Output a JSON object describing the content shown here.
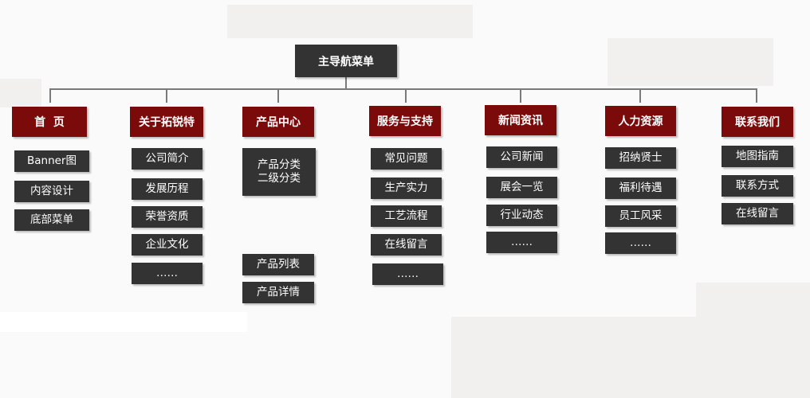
{
  "root": {
    "label": "主导航菜单"
  },
  "categories": [
    {
      "label": "首  页",
      "items": [
        "Banner图",
        "内容设计",
        "底部菜单"
      ]
    },
    {
      "label": "关于拓锐特",
      "items": [
        "公司简介",
        "发展历程",
        "荣誉资质",
        "企业文化",
        "……"
      ]
    },
    {
      "label": "产品中心",
      "items": [
        [
          "产品分类",
          "二级分类"
        ],
        "产品列表",
        "产品详情"
      ]
    },
    {
      "label": "服务与支持",
      "items": [
        "常见问题",
        "生产实力",
        "工艺流程",
        "在线留言",
        "……"
      ]
    },
    {
      "label": "新闻资讯",
      "items": [
        "公司新闻",
        "展会一览",
        "行业动态",
        "……"
      ]
    },
    {
      "label": "人力资源",
      "items": [
        "招纳贤士",
        "福利待遇",
        "员工风采",
        "……"
      ]
    },
    {
      "label": "联系我们",
      "items": [
        "地图指南",
        "联系方式",
        "在线留言"
      ]
    }
  ]
}
